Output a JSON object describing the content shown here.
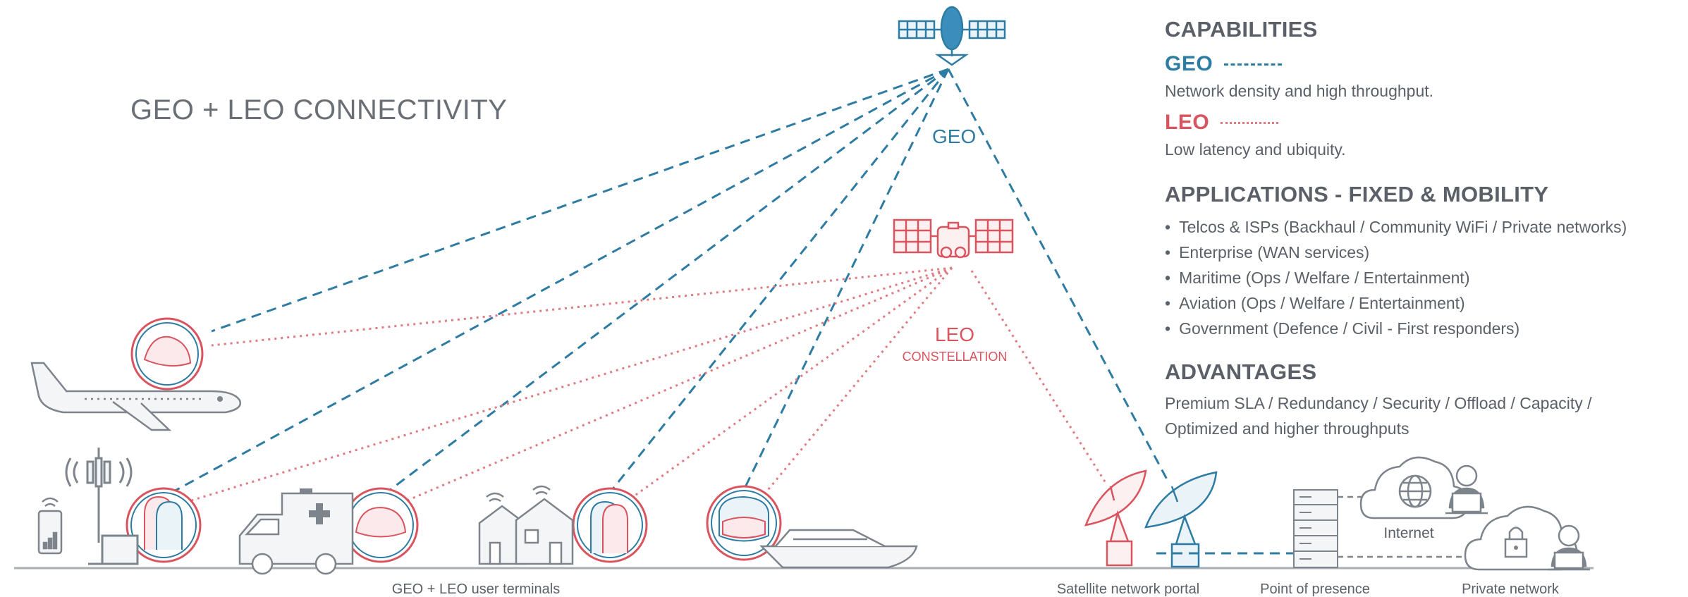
{
  "title": "GEO + LEO CONNECTIVITY",
  "diagram_labels": {
    "geo": "GEO",
    "leo": "LEO",
    "leo_sub": "CONSTELLATION",
    "internet": "Internet"
  },
  "captions": {
    "user_terminals": "GEO + LEO user terminals",
    "satellite_portal": "Satellite network portal",
    "point_of_presence": "Point of presence",
    "private_network": "Private network"
  },
  "panel": {
    "capabilities_heading": "CAPABILITIES",
    "geo_label": "GEO",
    "geo_desc": "Network density and high throughput.",
    "leo_label": "LEO",
    "leo_desc": "Low latency and ubiquity.",
    "applications_heading": "APPLICATIONS - FIXED & MOBILITY",
    "applications": [
      "Telcos & ISPs (Backhaul / Community WiFi / Private networks)",
      "Enterprise (WAN services)",
      "Maritime (Ops / Welfare / Entertainment)",
      "Aviation (Ops / Welfare / Entertainment)",
      "Government (Defence / Civil - First responders)"
    ],
    "advantages_heading": "ADVANTAGES",
    "advantages_text": "Premium SLA / Redundancy / Security / Offload / Capacity / Optimized and higher throughputs"
  },
  "colors": {
    "geo": "#2e7ca3",
    "leo": "#d9545f",
    "ground": "#9aa0a6",
    "icon": "#8a9096"
  }
}
